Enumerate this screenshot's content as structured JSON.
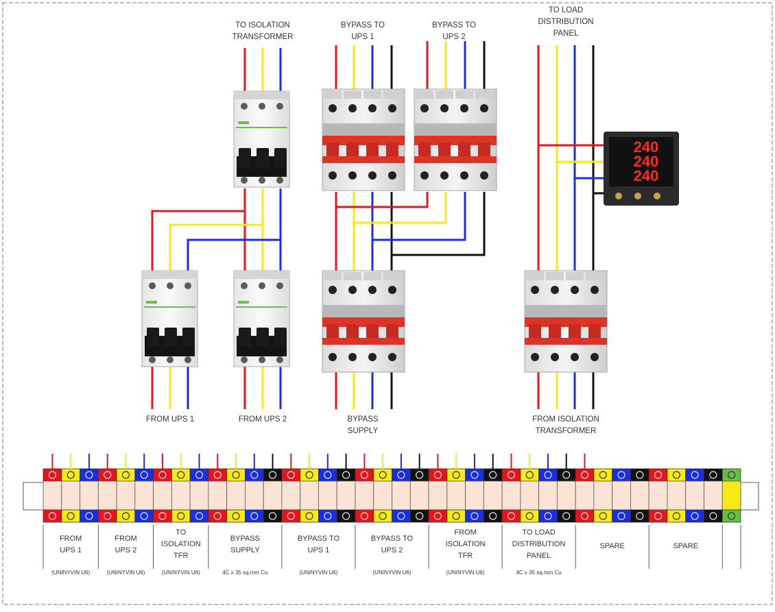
{
  "top_labels": {
    "iso_tfr": [
      "TO ISOLATION",
      "TRANSFORMER"
    ],
    "bypass_ups1": [
      "BYPASS TO",
      "UPS 1"
    ],
    "bypass_ups2": [
      "BYPASS TO",
      "UPS 2"
    ],
    "load_panel": [
      "TO LOAD",
      "DISTRIBUTION",
      "PANEL"
    ]
  },
  "bottom_labels": {
    "from_ups1": [
      "FROM UPS 1"
    ],
    "from_ups2": [
      "FROM UPS 2"
    ],
    "bypass_supply": [
      "BYPASS",
      "SUPPLY"
    ],
    "from_iso": [
      "FROM ISOLATION",
      "TRANSFORMER"
    ]
  },
  "meter": {
    "readings": [
      "240",
      "240",
      "240"
    ]
  },
  "terminal_groups": [
    {
      "lines": [
        "FROM",
        "UPS 1"
      ],
      "cable": "(UNINYVIN U6)"
    },
    {
      "lines": [
        "FROM",
        "UPS 2"
      ],
      "cable": "(UNINYVIN U6)"
    },
    {
      "lines": [
        "TO",
        "ISOLATION",
        "TFR"
      ],
      "cable": "(UNINYVIN U6)"
    },
    {
      "lines": [
        "BYPASS",
        "SUPPLY"
      ],
      "cable": "4C x 35 sq.mm Cu"
    },
    {
      "lines": [
        "BYPASS TO",
        "UPS 1"
      ],
      "cable": "(UNINYVIN U6)"
    },
    {
      "lines": [
        "BYPASS TO",
        "UPS 2"
      ],
      "cable": "(UNINYVIN U6)"
    },
    {
      "lines": [
        "FROM",
        "ISOLATION",
        "TFR"
      ],
      "cable": "(UNINYVIN U6)"
    },
    {
      "lines": [
        "TO LOAD",
        "DISTRIBUTION",
        "PANEL"
      ],
      "cable": "4C x 35 sq.mm Cu"
    },
    {
      "lines": [
        "SPARE"
      ],
      "cable": ""
    },
    {
      "lines": [
        "SPARE"
      ],
      "cable": ""
    },
    {
      "lines": [
        ""
      ],
      "cable": ""
    }
  ],
  "colors": {
    "red": "#e8141b",
    "yellow": "#f7ea16",
    "blue": "#1a2ee0",
    "black": "#111111",
    "green": "#69bd45",
    "strip_fill": "#fbe4d5",
    "switch_red": "#dc3528",
    "display_red": "#ff2a1a"
  }
}
